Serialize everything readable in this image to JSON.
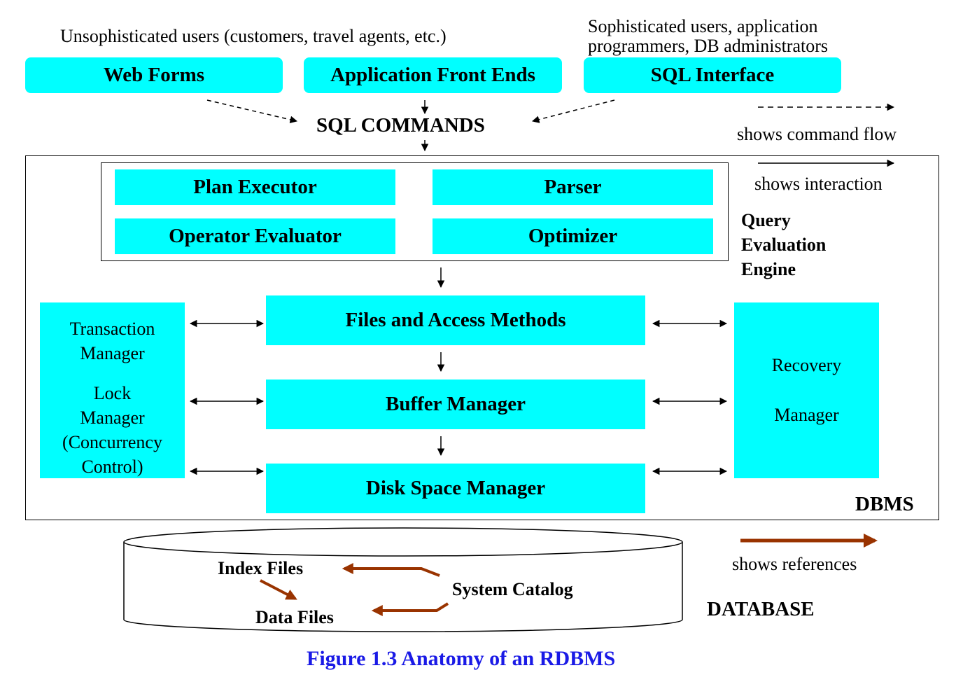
{
  "users": {
    "unsophisticated": "Unsophisticated users (customers, travel agents, etc.)",
    "sophisticated_line1": "Sophisticated users, application",
    "sophisticated_line2": "programmers, DB administrators"
  },
  "front_ends": {
    "web_forms": "Web Forms",
    "app_front_ends": "Application Front Ends",
    "sql_interface": "SQL Interface"
  },
  "sql_commands": "SQL COMMANDS",
  "legend": {
    "command_flow": "shows command flow",
    "interaction": "shows interaction",
    "references": "shows references"
  },
  "query_engine": {
    "plan_executor": "Plan Executor",
    "parser": "Parser",
    "operator_evaluator": "Operator Evaluator",
    "optimizer": "Optimizer",
    "label": "Query\nEvaluation\nEngine"
  },
  "components": {
    "files_access": "Files and Access Methods",
    "buffer_manager": "Buffer Manager",
    "disk_space_manager": "Disk Space Manager",
    "transaction_manager": "Transaction\nManager",
    "lock_manager": "Lock\nManager\n(Concurrency\nControl)",
    "recovery_line1": "Recovery",
    "recovery_line2": "Manager"
  },
  "dbms_label": "DBMS",
  "database": {
    "index_files": "Index Files",
    "data_files": "Data Files",
    "system_catalog": "System Catalog",
    "label": "DATABASE"
  },
  "caption": "Figure 1.3 Anatomy of an RDBMS",
  "colors": {
    "box_fill": "#00ffff",
    "reference_arrow": "#993300",
    "caption": "#1a1ae6"
  }
}
